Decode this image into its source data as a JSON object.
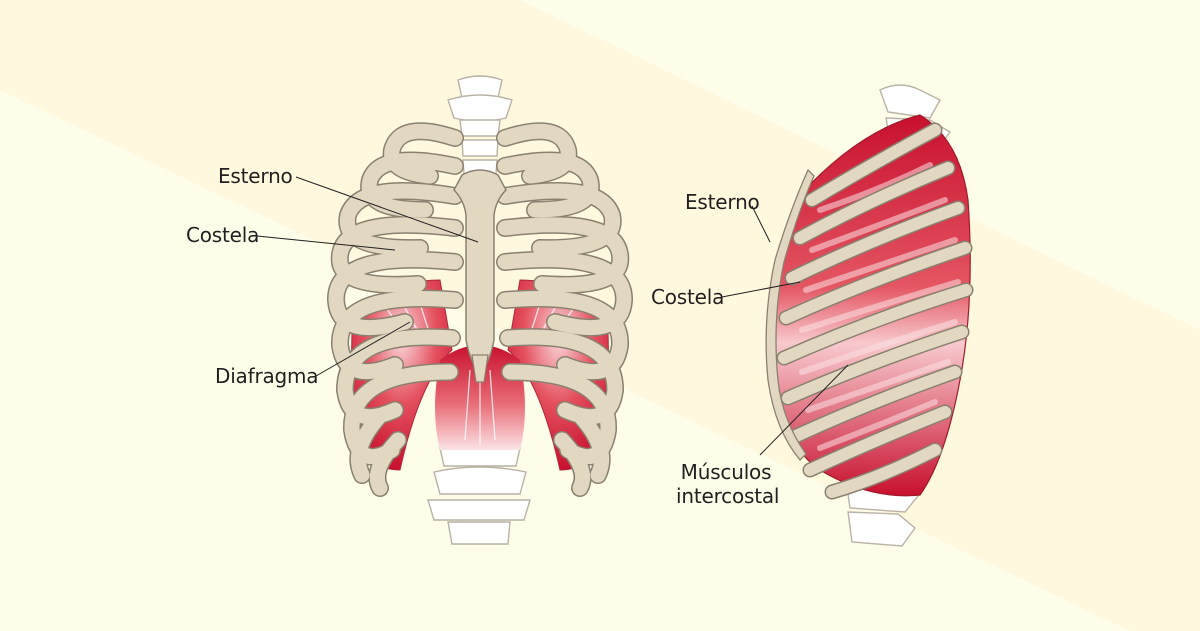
{
  "colors": {
    "background": "#fefde9",
    "background_band": "#fdf8de",
    "bone_fill": "#e2d8c2",
    "bone_stroke": "#8a806f",
    "spine_fill": "#ffffff",
    "spine_stroke": "#b9b2a6",
    "muscle_dark": "#c8102e",
    "muscle_mid": "#dc3a4a",
    "muscle_light": "#f7c9cd",
    "label_text": "#231f20",
    "leader_line": "#231f20"
  },
  "front_view": {
    "labels": {
      "esterno": "Esterno",
      "costela": "Costela",
      "diafragma": "Diafragma"
    }
  },
  "side_view": {
    "labels": {
      "esterno": "Esterno",
      "costela": "Costela",
      "musculos": "Músculos intercostal"
    }
  }
}
